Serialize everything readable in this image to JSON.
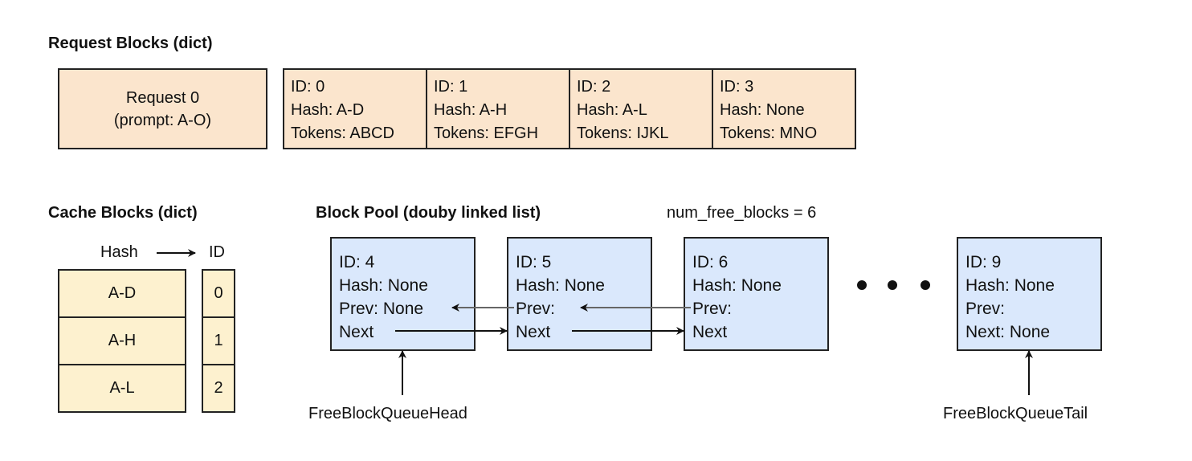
{
  "request_section": {
    "title": "Request Blocks (dict)",
    "request": {
      "line1": "Request 0",
      "line2": "(prompt: A-O)"
    },
    "blocks": [
      {
        "id": "ID: 0",
        "hash": "Hash: A-D",
        "tokens": "Tokens: ABCD"
      },
      {
        "id": "ID: 1",
        "hash": "Hash: A-H",
        "tokens": "Tokens: EFGH"
      },
      {
        "id": "ID: 2",
        "hash": "Hash: A-L",
        "tokens": "Tokens: IJKL"
      },
      {
        "id": "ID: 3",
        "hash": "Hash: None",
        "tokens": "Tokens: MNO"
      }
    ]
  },
  "cache_section": {
    "title": "Cache Blocks (dict)",
    "hash_header": "Hash",
    "id_header": "ID",
    "hashes": [
      "A-D",
      "A-H",
      "A-L"
    ],
    "ids": [
      "0",
      "1",
      "2"
    ]
  },
  "pool_section": {
    "title": "Block Pool (douby linked list)",
    "free_count": "num_free_blocks = 6",
    "blocks": [
      {
        "id": "ID: 4",
        "hash": "Hash: None",
        "prev": "Prev: None",
        "next": "Next"
      },
      {
        "id": "ID: 5",
        "hash": "Hash: None",
        "prev": "Prev:",
        "next": "Next"
      },
      {
        "id": "ID: 6",
        "hash": "Hash: None",
        "prev": "Prev:",
        "next": "Next"
      },
      {
        "id": "ID: 9",
        "hash": "Hash: None",
        "prev": "Prev:",
        "next": "Next: None"
      }
    ],
    "head_label": "FreeBlockQueueHead",
    "tail_label": "FreeBlockQueueTail"
  },
  "colors": {
    "request_fill": "#fbe5cd",
    "cache_fill": "#fdf1cf",
    "pool_fill": "#dae8fc",
    "stroke": "#222222",
    "prev_arrow": "#666666"
  }
}
